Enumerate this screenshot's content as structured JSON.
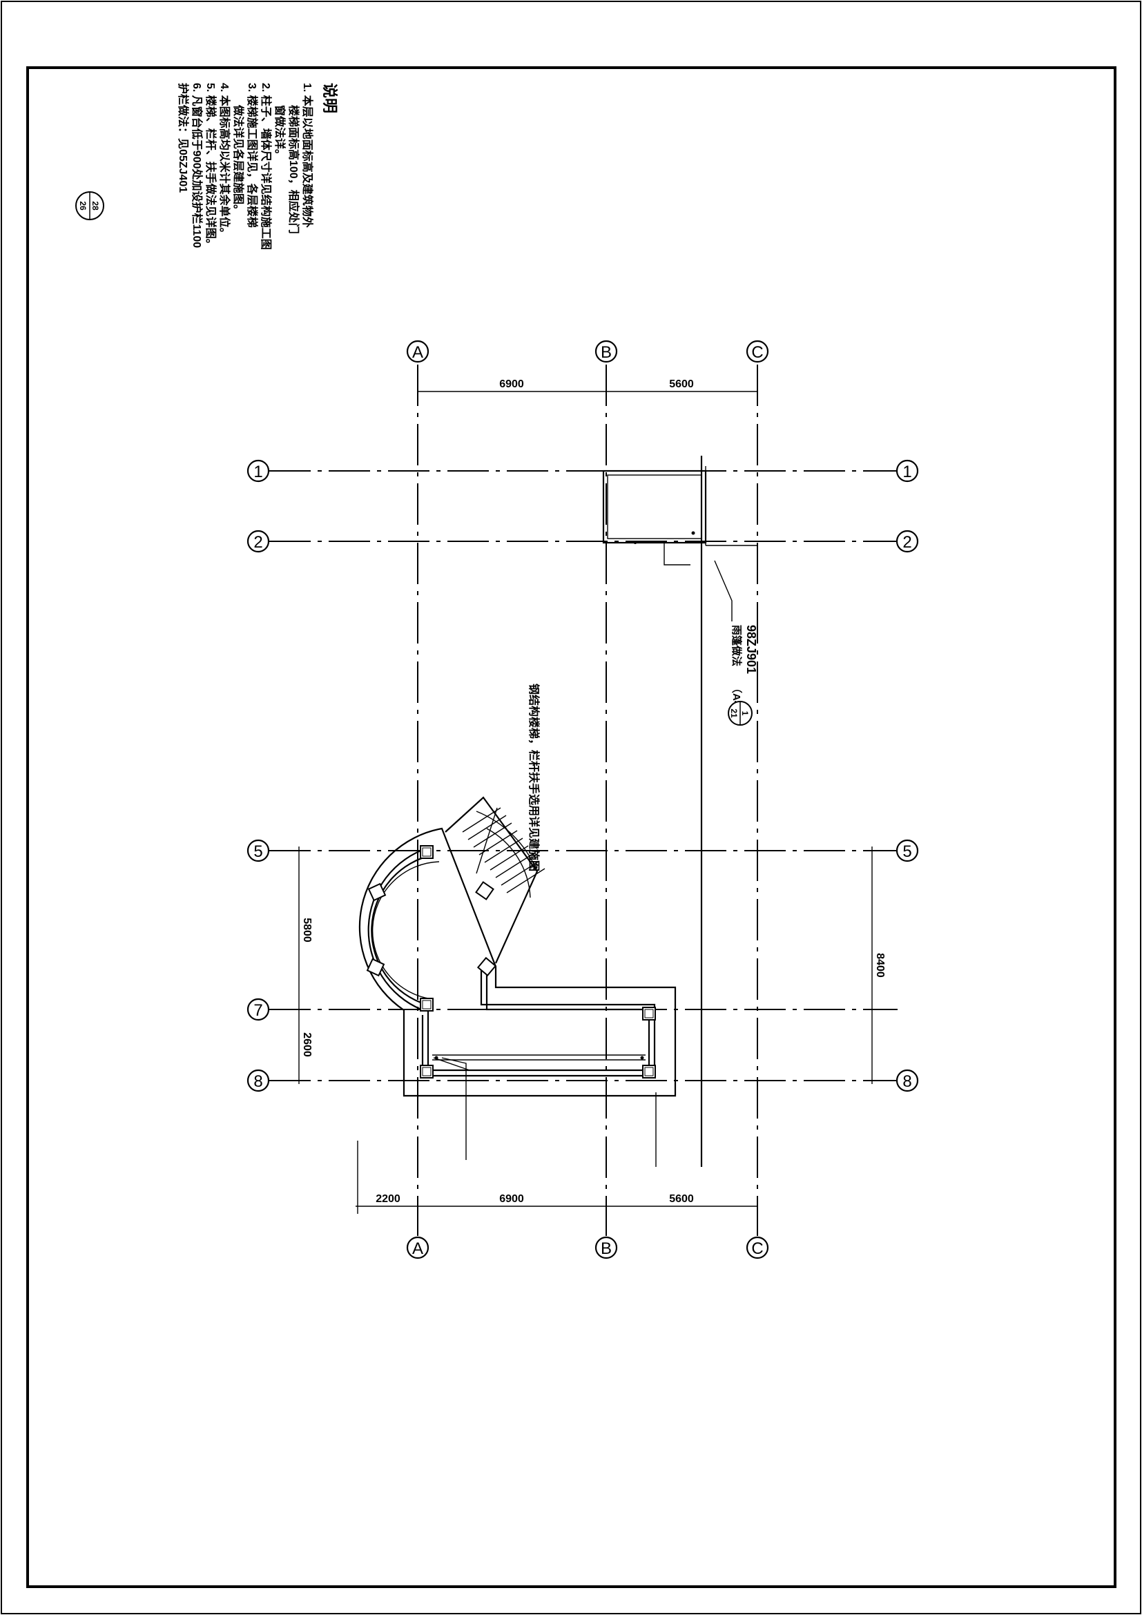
{
  "notes": {
    "heading": "说明",
    "items": [
      {
        "num": "1.",
        "lines": [
          "本层以地面标高及建筑物外",
          "楼梯面标高100，相应处门",
          "窗做法详。"
        ]
      },
      {
        "num": "2.",
        "lines": [
          "柱子、墙体尺寸详见结构施工图"
        ]
      },
      {
        "num": "3.",
        "lines": [
          "楼梯施工图详见，各层楼梯",
          "做法详见各层建施图。"
        ]
      },
      {
        "num": "4.",
        "lines": [
          "本图标高均以米计其余单位。"
        ]
      },
      {
        "num": "5.",
        "lines": [
          "楼梯、栏杆、扶手做法见详图。"
        ]
      },
      {
        "num": "6.",
        "lines": [
          "凡窗台低于900处加设护栏1100"
        ]
      },
      {
        "num": "",
        "lines": [
          "护栏做法：见05ZJ401"
        ]
      }
    ],
    "ref_badge": {
      "top": "28",
      "bottom": "26"
    }
  },
  "axes": {
    "rows": [
      "A",
      "B",
      "C"
    ],
    "cols": [
      "1",
      "2",
      "5",
      "7",
      "8"
    ]
  },
  "dimensions": {
    "top": [
      "6900",
      "5600"
    ],
    "bottom": [
      "2200",
      "6900",
      "5600"
    ],
    "left": [
      "5800",
      "2600"
    ],
    "right": "8400"
  },
  "annotations": {
    "stair_note": "钢结构楼梯，栏杆扶手选用详见建施图",
    "detail_std": "98ZJ901",
    "detail_title": "雨篷做法",
    "detail_sub": "（A40）",
    "detail_badge_top": "1",
    "detail_badge_bottom": "21"
  }
}
